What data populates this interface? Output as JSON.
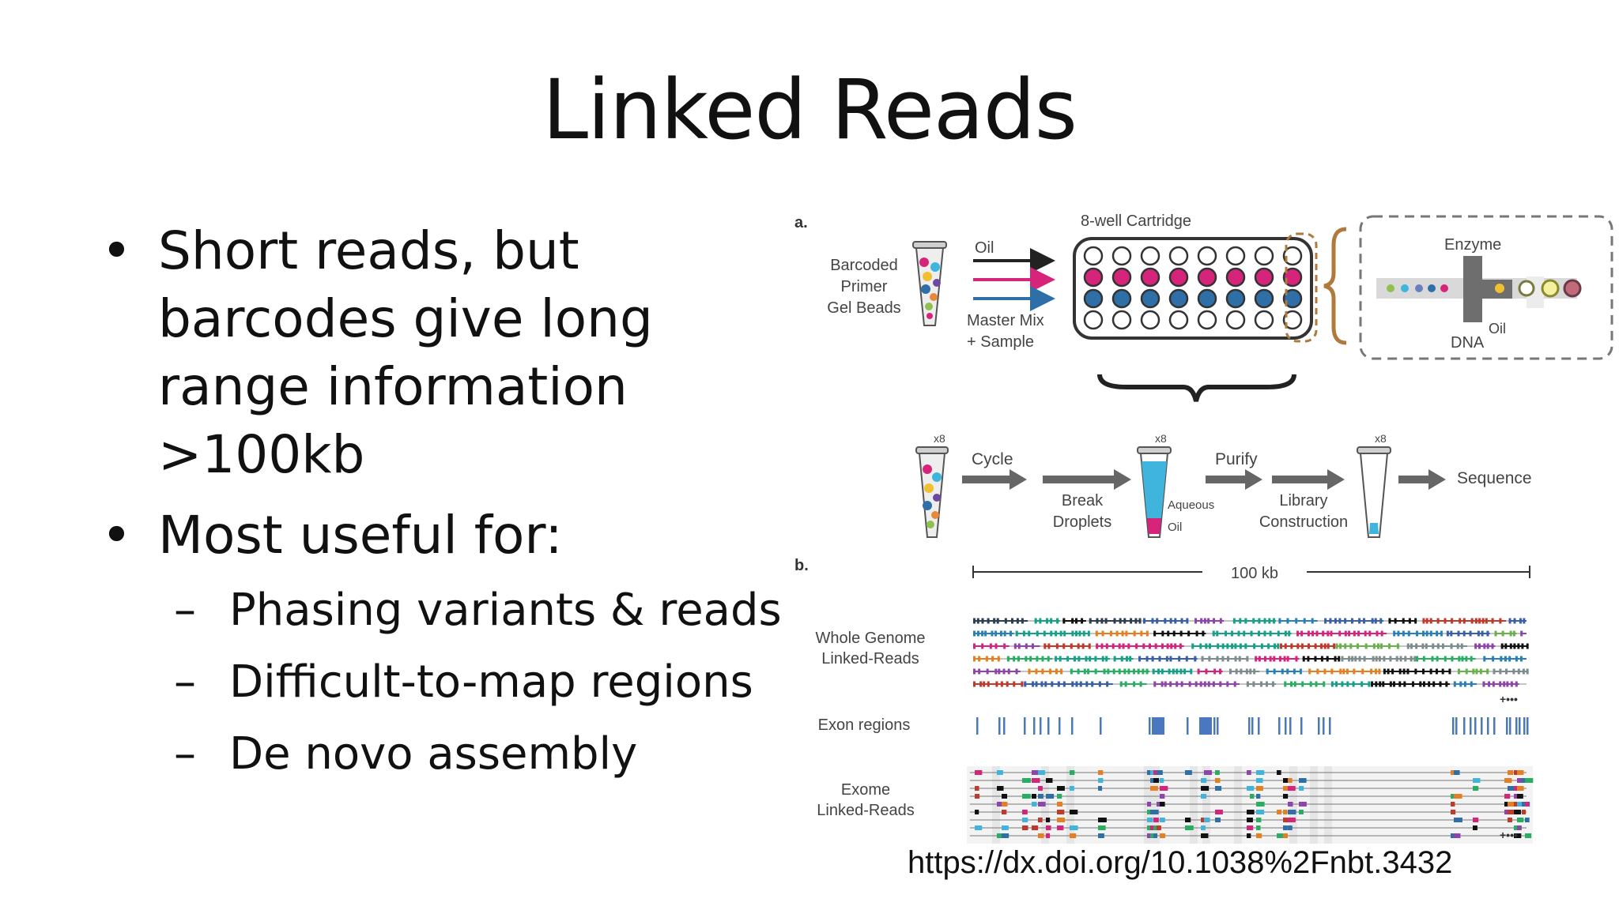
{
  "title": "Linked Reads",
  "bullets": [
    {
      "text": "Short reads, but barcodes give long range information >100kb"
    },
    {
      "text": "Most useful for:",
      "sub": [
        "Phasing variants & reads",
        "Difficult-to-map regions",
        "De novo assembly"
      ]
    }
  ],
  "figure": {
    "panel_a": "a.",
    "panel_b": "b.",
    "cartridge_label": "8-well Cartridge",
    "gel_beads_label": [
      "Barcoded",
      "Primer",
      "Gel Beads"
    ],
    "oil_label": "Oil",
    "master_mix_label": [
      "Master Mix",
      "+ Sample"
    ],
    "enzyme_label": "Enzyme",
    "dna_label": "DNA",
    "oil_inset_label": "Oil",
    "x8": "x8",
    "cycle_label": "Cycle",
    "break_label": [
      "Break",
      "Droplets"
    ],
    "purify_label": "Purify",
    "aqueous_label": "Aqueous",
    "oil_tube_label": "Oil",
    "library_label": [
      "Library",
      "Construction"
    ],
    "sequence_label": "Sequence",
    "scale_label": "100 kb",
    "wg_label": [
      "Whole Genome",
      "Linked-Reads"
    ],
    "exon_label": "Exon regions",
    "exome_label": [
      "Exome",
      "Linked-Reads"
    ],
    "more": "+•••",
    "colors": {
      "magenta": "#d6247a",
      "blue": "#2e6fa8",
      "brown": "#b07a3c",
      "gray": "#5a5a5a",
      "cyan": "#3fb4dd",
      "exon": "#4a78c0"
    }
  },
  "doi": "https://dx.doi.org/10.1038%2Fnbt.3432"
}
